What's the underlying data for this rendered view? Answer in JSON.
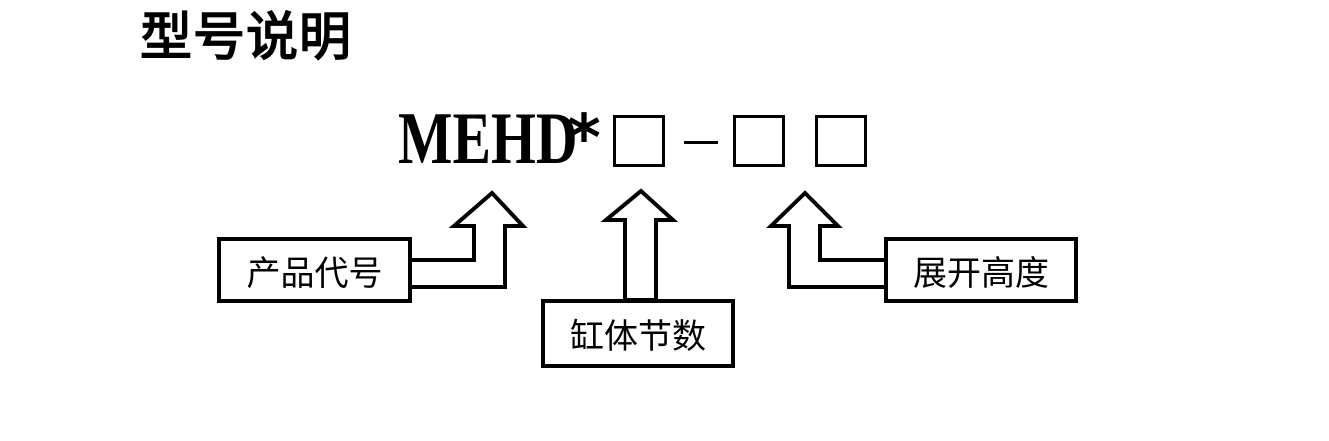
{
  "title": "型号说明",
  "model_code": {
    "prefix": "MEHD",
    "separator_1": "*",
    "separator_2": "-",
    "slots": [
      "",
      "",
      ""
    ]
  },
  "labels": {
    "product_code": "产品代号",
    "cylinder_sections": "缸体节数",
    "extended_height": "展开高度"
  }
}
